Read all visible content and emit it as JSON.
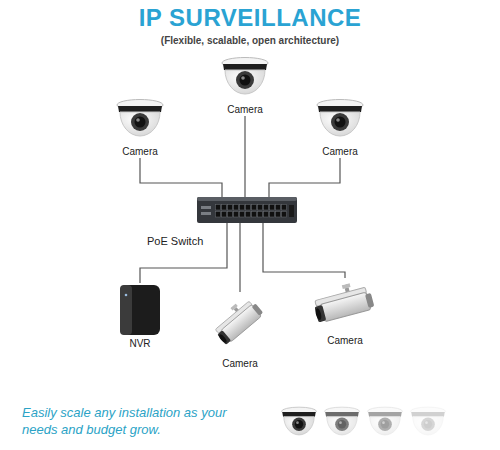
{
  "diagram": {
    "title": "IP SURVEILLANCE",
    "caption": "Easily scale any installation as your needs and budget grow.",
    "nodes": [
      {
        "text": [
          "Camera"
        ]
      },
      {
        "text": [
          "Camera"
        ]
      },
      {
        "text": [
          "Camera"
        ]
      },
      {
        "text": [
          "PoE Switch"
        ]
      },
      {
        "text": [
          "NVR"
        ]
      },
      {
        "text": [
          "Camera"
        ]
      },
      {
        "text": [
          "Camera"
        ]
      }
    ],
    "edges": [
      {
        "from": 3,
        "to": 0,
        "arrow": "none"
      },
      {
        "from": 3,
        "to": 1,
        "arrow": "none"
      },
      {
        "from": 3,
        "to": 2,
        "arrow": "none"
      },
      {
        "from": 3,
        "to": 4,
        "arrow": "none"
      },
      {
        "from": 3,
        "to": 5,
        "arrow": "none"
      },
      {
        "from": 3,
        "to": 6,
        "arrow": "none"
      }
    ],
    "labels": [
      "(Flexible, scalable, open architecture)"
    ]
  }
}
